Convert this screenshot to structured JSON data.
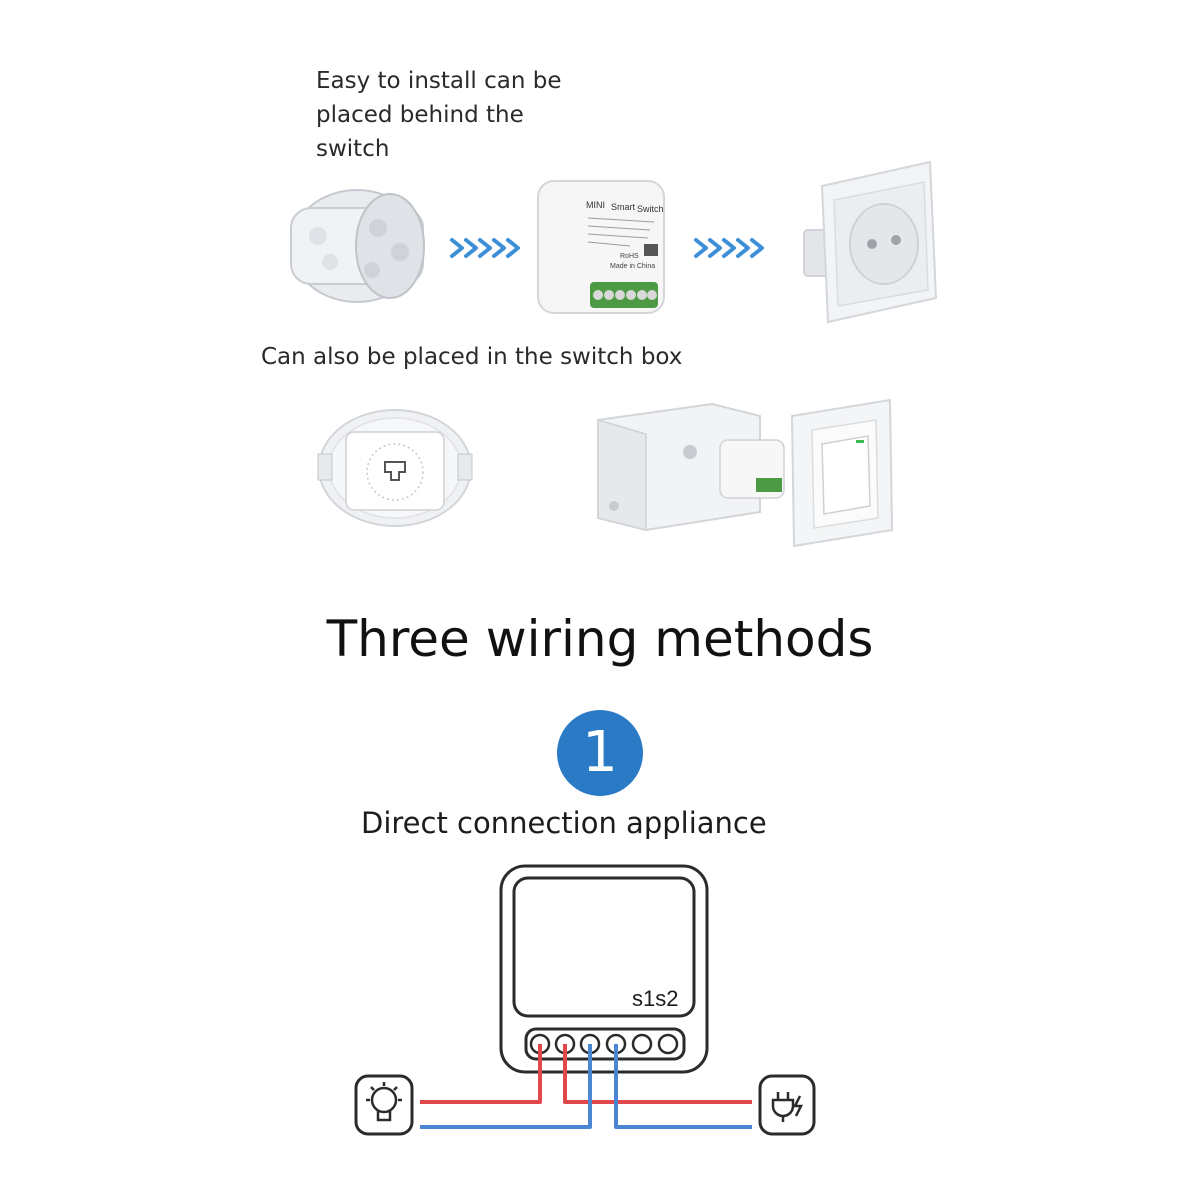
{
  "top": {
    "easy_install_text": "Easy to install can be placed behind the switch",
    "also_placed_text": "Can also be placed in the switch box"
  },
  "module": {
    "label_brand": "MINI",
    "label_smart": "Smart",
    "label_switch": "Switch",
    "rohs": "RoHS",
    "made_in": "Made in China"
  },
  "section": {
    "title": "Three wiring methods",
    "step_number": "1",
    "step_title": "Direct connection appliance"
  },
  "diagram": {
    "terminal_label": "s1s2",
    "wire_colors": {
      "live": "#e2474b",
      "neutral": "#4a86d4"
    }
  },
  "icons": [
    "junction-box-icon",
    "arrows-icon",
    "mini-switch-icon",
    "wall-socket-icon",
    "round-box-icon",
    "square-box-icon",
    "rocker-switch-icon",
    "bulb-icon",
    "plug-icon"
  ]
}
